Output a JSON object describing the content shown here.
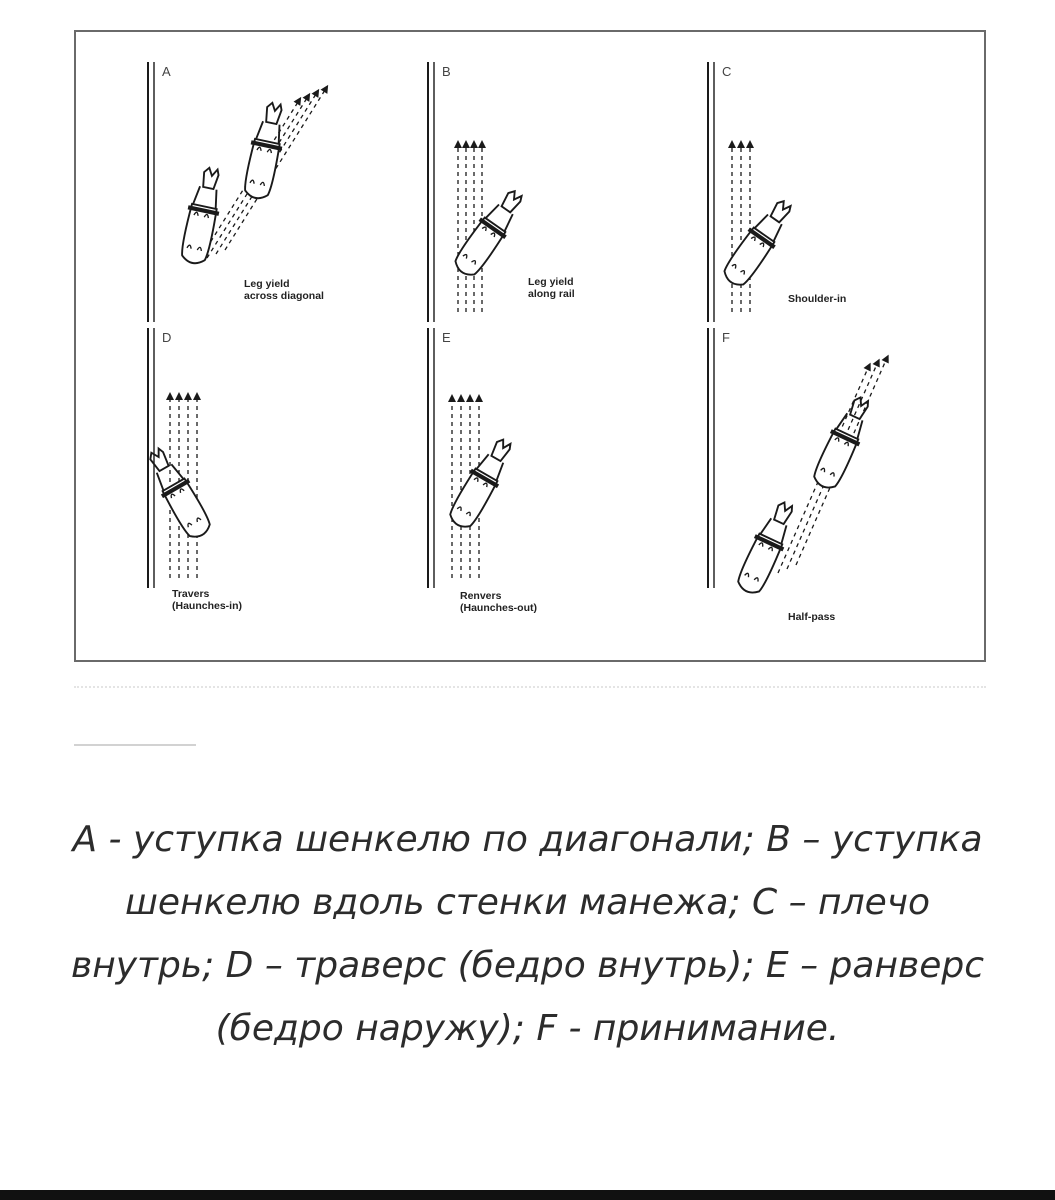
{
  "figure": {
    "panels": [
      {
        "id": "A",
        "letter": "A",
        "caption_lines": [
          "Leg yield",
          "across diagonal"
        ]
      },
      {
        "id": "B",
        "letter": "B",
        "caption_lines": [
          "Leg yield",
          "along rail"
        ]
      },
      {
        "id": "C",
        "letter": "C",
        "caption_lines": [
          "Shoulder-in"
        ]
      },
      {
        "id": "D",
        "letter": "D",
        "caption_lines": [
          "Travers",
          "(Haunches-in)"
        ]
      },
      {
        "id": "E",
        "letter": "E",
        "caption_lines": [
          "Renvers",
          "(Haunches-out)"
        ]
      },
      {
        "id": "F",
        "letter": "F",
        "caption_lines": [
          "Half-pass"
        ]
      }
    ],
    "colors": {
      "ink": "#1a1a1a",
      "frame": "#6a6a6a",
      "caption_text": "#2c2c2c"
    }
  },
  "caption": {
    "text": "А - уступка шенкелю по диагонали; В – уступка шенкелю вдоль стенки манежа; С – плечо внутрь; D – траверс (бедро внутрь); Е – ранверс (бедро наружу); F - принимание."
  }
}
